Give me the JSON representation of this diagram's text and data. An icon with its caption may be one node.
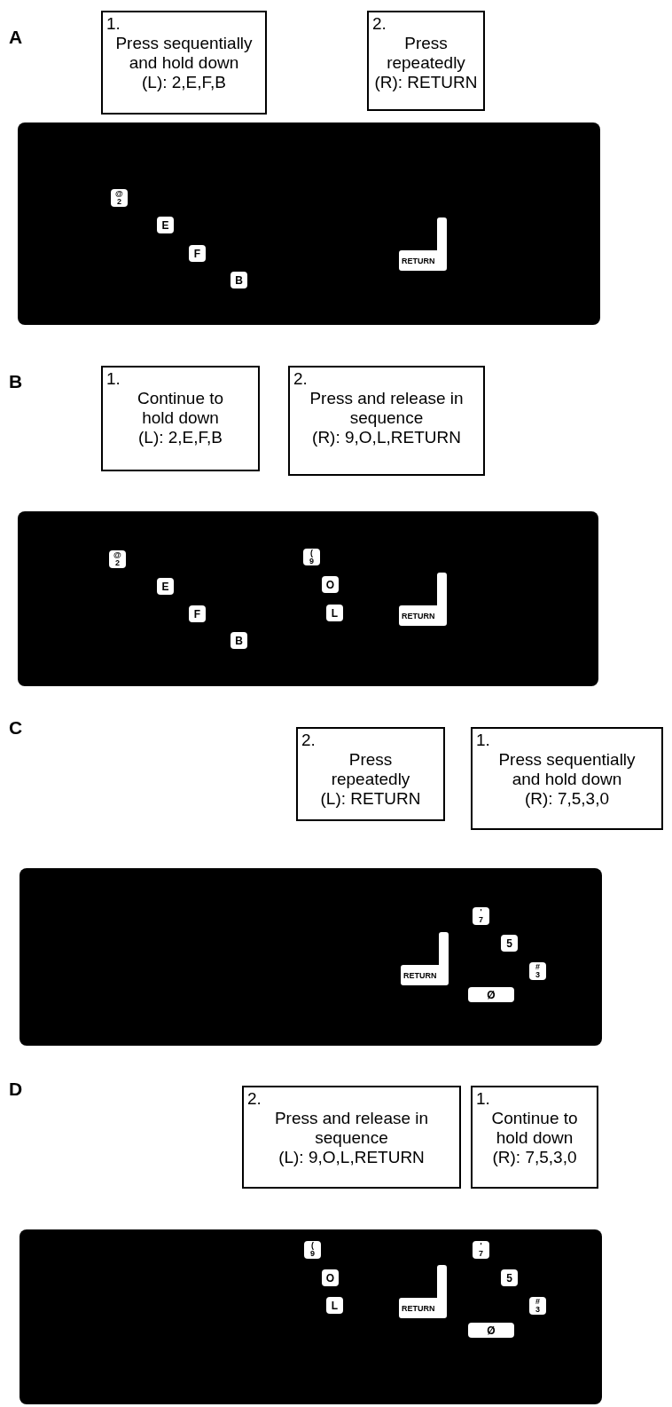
{
  "diagram": {
    "nodes": [
      {
        "text": [
          "1.",
          "Press sequentially and hold down",
          "(L): 2,E,F,B"
        ]
      },
      {
        "text": [
          "2.",
          "Press repeatedly",
          "(R): RETURN"
        ]
      },
      {
        "text": [],
        "shape": "box"
      },
      {
        "text": [
          "@",
          "2"
        ],
        "in": 2
      },
      {
        "text": [
          "E"
        ],
        "in": 2
      },
      {
        "text": [
          "F"
        ],
        "in": 2
      },
      {
        "text": [
          "B"
        ],
        "in": 2
      },
      {
        "text": [
          "RETURN"
        ],
        "in": 2
      },
      {
        "text": [
          "1.",
          "Continue to hold down",
          "(L): 2,E,F,B"
        ]
      },
      {
        "text": [
          "2.",
          "Press and release in sequence",
          "(R): 9,O,L,RETURN"
        ]
      },
      {
        "text": [],
        "shape": "box"
      },
      {
        "text": [
          "@",
          "2"
        ],
        "in": 10
      },
      {
        "text": [
          "E"
        ],
        "in": 10
      },
      {
        "text": [
          "F"
        ],
        "in": 10
      },
      {
        "text": [
          "B"
        ],
        "in": 10
      },
      {
        "text": [
          "(",
          "9"
        ],
        "in": 10
      },
      {
        "text": [
          "O"
        ],
        "in": 10
      },
      {
        "text": [
          "L"
        ],
        "in": 10
      },
      {
        "text": [
          "RETURN"
        ],
        "in": 10
      },
      {
        "text": [
          "2.",
          "Press repeatedly",
          "(L): RETURN"
        ]
      },
      {
        "text": [
          "1.",
          "Press sequentially and hold down",
          "(R): 7,5,3,0"
        ]
      },
      {
        "text": [],
        "shape": "box"
      },
      {
        "text": [
          "RETURN"
        ],
        "in": 21
      },
      {
        "text": [
          "'",
          "7"
        ],
        "in": 21
      },
      {
        "text": [
          "5"
        ],
        "in": 21
      },
      {
        "text": [
          "#",
          "3"
        ],
        "in": 21
      },
      {
        "text": [
          "Ø"
        ],
        "in": 21
      },
      {
        "text": [
          "2.",
          "Press and release in sequence",
          "(L): 9,O,L,RETURN"
        ]
      },
      {
        "text": [
          "1.",
          "Continue to hold down",
          "(R): 7,5,3,0"
        ]
      },
      {
        "text": [],
        "shape": "box"
      },
      {
        "text": [
          "(",
          "9"
        ],
        "in": 29
      },
      {
        "text": [
          "O"
        ],
        "in": 29
      },
      {
        "text": [
          "L"
        ],
        "in": 29
      },
      {
        "text": [
          "RETURN"
        ],
        "in": 29
      },
      {
        "text": [
          "'",
          "7"
        ],
        "in": 29
      },
      {
        "text": [
          "5"
        ],
        "in": 29
      },
      {
        "text": [
          "#",
          "3"
        ],
        "in": 29
      },
      {
        "text": [
          "Ø"
        ],
        "in": 29
      }
    ],
    "edges": [],
    "labels": [
      "A",
      "B",
      "C",
      "D"
    ]
  }
}
